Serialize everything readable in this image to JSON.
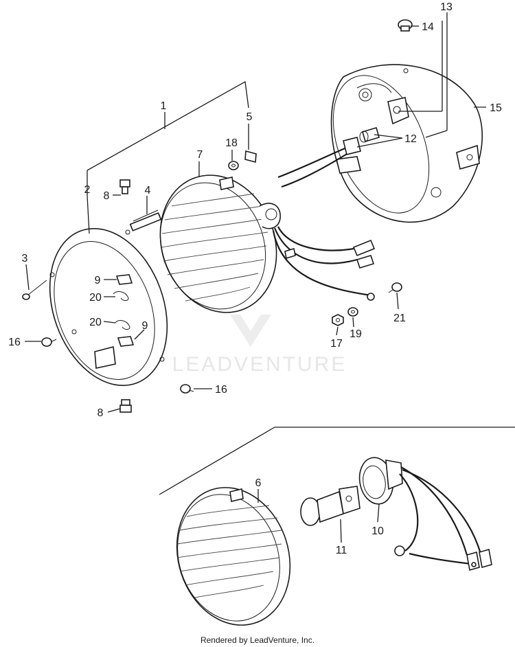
{
  "callouts": {
    "c1": "1",
    "c2": "2",
    "c3": "3",
    "c4": "4",
    "c5": "5",
    "c6": "6",
    "c7": "7",
    "c8a": "8",
    "c8b": "8",
    "c9a": "9",
    "c9b": "9",
    "c10": "10",
    "c11": "11",
    "c12": "12",
    "c13": "13",
    "c14": "14",
    "c15": "15",
    "c16a": "16",
    "c16b": "16",
    "c17": "17",
    "c18": "18",
    "c19": "19",
    "c20a": "20",
    "c20b": "20",
    "c21": "21"
  },
  "watermark": "LEADVENTURE",
  "credit": "Rendered by LeadVenture, Inc."
}
